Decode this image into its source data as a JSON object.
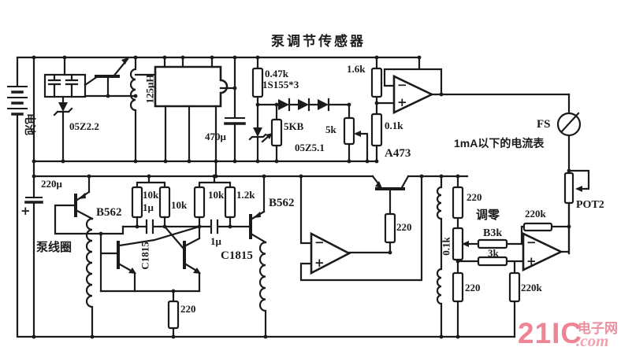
{
  "page": {
    "background": "#ffffff",
    "ink": "#1b1b1b"
  },
  "title": "泵调节传感器",
  "labels": {
    "battery": "电池",
    "cap_220u": "220μ",
    "zener_05z22": "05Z2.2",
    "coil_125uh": "125μH",
    "cap_470u": "470μ",
    "res_047k": "0.47k",
    "diodes_1s155": "1S155*3",
    "pot_5kb": "5KB",
    "pot_5k": "5k",
    "zener_05z51": "05Z5.1",
    "res_16k": "1.6k",
    "res_01k_top": "0.1k",
    "ic_a473": "A473",
    "meter_fs": "FS",
    "meter_note": "1mA以下的电流表",
    "pot2": "POT2",
    "tr_b562_left": "B562",
    "pump_coil": "泵线圈",
    "tr_c1815_left": "C1815",
    "res_10k_1": "10k",
    "cap_1u_1": "1μ",
    "res_10k_2": "10k",
    "res_10k_3": "10k",
    "res_12k": "1.2k",
    "cap_1u_2": "1μ",
    "tr_c1815_mid": "C1815",
    "tr_b562_right": "B562",
    "res_220_osc": "220",
    "res_220_drv": "220",
    "res_220_right_top": "220",
    "res_01k_right": "0.1k",
    "res_220_right_bot": "220",
    "zero_adjust": "调零",
    "pot_b3k": "B3k",
    "res_3k": "3k",
    "res_220k_fb": "220k",
    "res_220k_gnd": "220k",
    "opamp_minus": "−",
    "opamp_plus": "+",
    "cap_plus": "+"
  },
  "watermark": {
    "big": "21IC",
    "site": "电子网",
    "dotcom": ".com",
    "color_big": "#ee8495",
    "color_site": "#ec8fa0",
    "color_com": "#f0a4b2"
  }
}
